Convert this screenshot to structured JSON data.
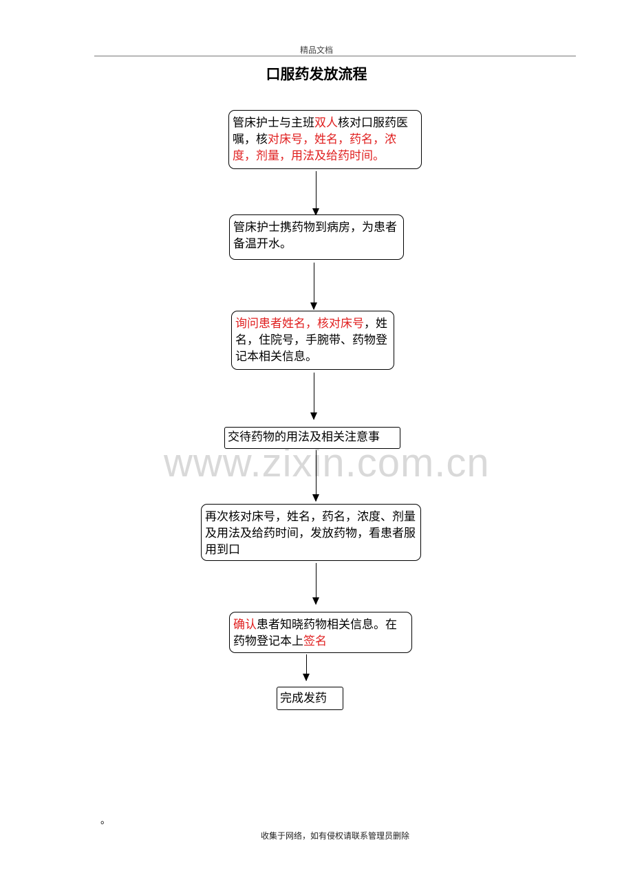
{
  "header": {
    "text": "精品文档"
  },
  "title": "口服药发放流程",
  "steps": [
    {
      "segments": [
        {
          "text": "管床护士与主班",
          "red": false
        },
        {
          "text": "双人",
          "red": true
        },
        {
          "text": "核对口服药医嘱，核",
          "red": false
        },
        {
          "text": "对床号，姓名，药名，浓度，剂量，用法及给药时间。",
          "red": true
        }
      ]
    },
    {
      "segments": [
        {
          "text": "管床护士携药物到病房，为患者备温开水。",
          "red": false
        }
      ]
    },
    {
      "segments": [
        {
          "text": "询问患者姓名，核对床号",
          "red": true
        },
        {
          "text": "，姓名，住院号，手腕带、药物登记本相关信息。",
          "red": false
        }
      ]
    },
    {
      "segments": [
        {
          "text": "交待药物的用法及相关注意事",
          "red": false
        }
      ]
    },
    {
      "segments": [
        {
          "text": "再次核对床号，姓名，药名，浓度、剂量及用法及给药时间，发放药物，看患者服用到口",
          "red": false
        }
      ]
    },
    {
      "segments": [
        {
          "text": "确认",
          "red": true
        },
        {
          "text": "患者知晓药物相关信息。在药物登记本上",
          "red": false
        },
        {
          "text": "签名",
          "red": true
        }
      ]
    },
    {
      "segments": [
        {
          "text": "完成发药",
          "red": false
        }
      ]
    }
  ],
  "watermark": "www.zixin.com.cn",
  "stray_mark": "。",
  "footer": {
    "text": "收集于网络，如有侵权请联系管理员删除"
  },
  "colors": {
    "emphasis": "#e02020",
    "watermark": "#d9d9d9"
  }
}
